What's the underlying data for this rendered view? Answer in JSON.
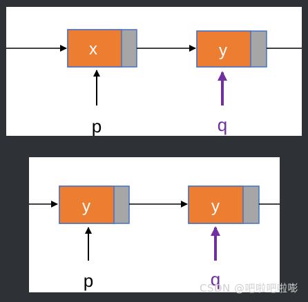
{
  "colors": {
    "node_fill": "#ed7d31",
    "node_border": "#4472c4",
    "pointer_field": "#a6a6a6",
    "arrow": "#000000",
    "q_color": "#7030a0",
    "node_text": "#ffffff"
  },
  "top": {
    "node1_value": "x",
    "node2_value": "y",
    "pointer_p": "p",
    "pointer_q": "q"
  },
  "bottom": {
    "node1_value": "y",
    "node2_value": "y",
    "pointer_p": "p",
    "pointer_q": "q"
  },
  "watermark": "CSDN @吧啦吧啦嘭"
}
